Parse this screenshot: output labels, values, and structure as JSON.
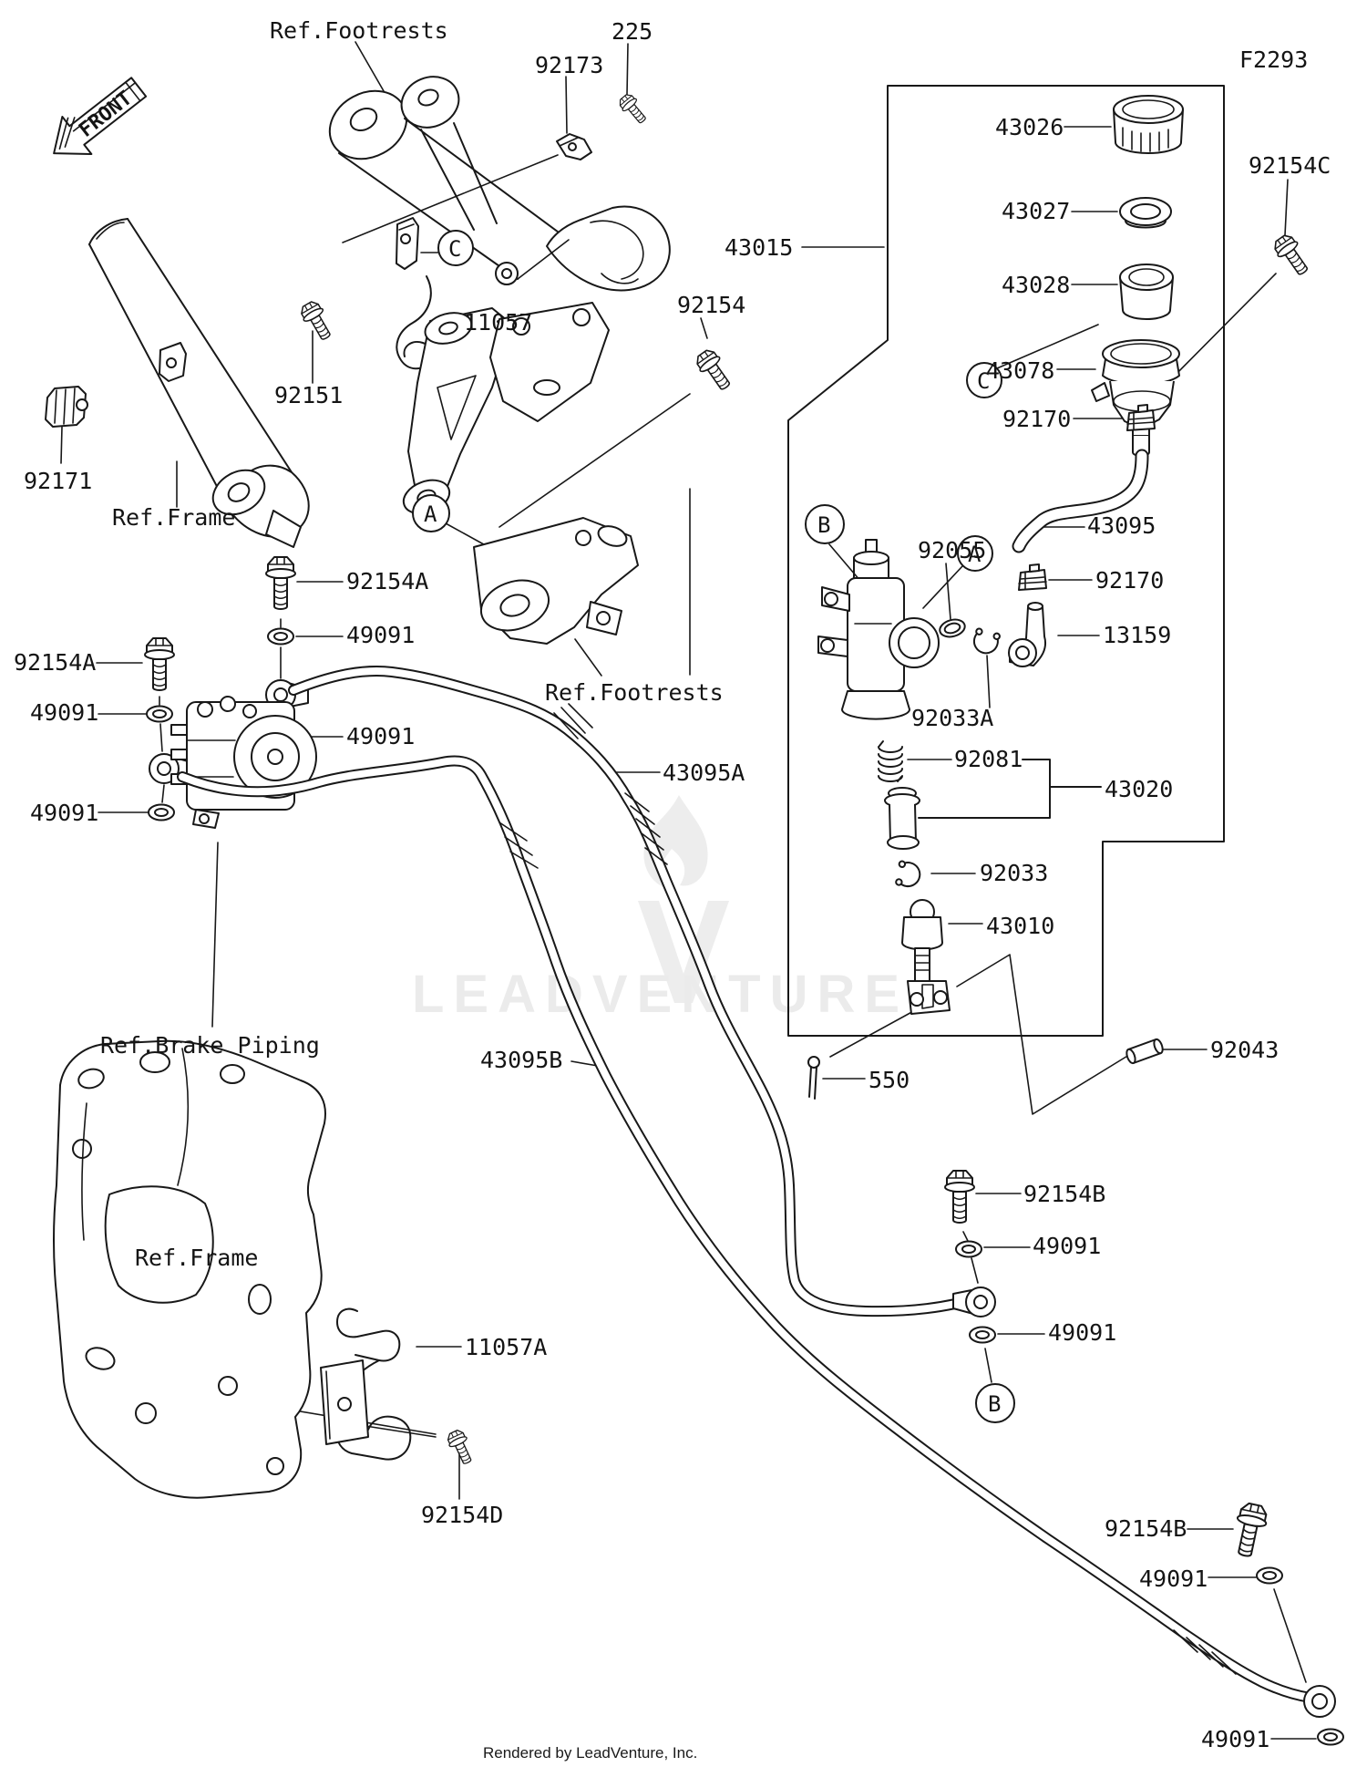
{
  "figure": {
    "code": "F2293",
    "front_arrow": "FRONT"
  },
  "credit": {
    "text": "Rendered by LeadVenture, Inc."
  },
  "watermark": {
    "text": "LEADVENTURE"
  },
  "callouts": {
    "a": "A",
    "b": "B",
    "c": "C"
  },
  "refs": {
    "footrests": "Ref.Footrests",
    "frame": "Ref.Frame",
    "brake_piping": "Ref.Brake Piping"
  },
  "parts": {
    "n225": "225",
    "n550": "550",
    "n11057": "11057",
    "n11057a": "11057A",
    "n13159": "13159",
    "n43010": "43010",
    "n43015": "43015",
    "n43020": "43020",
    "n43026": "43026",
    "n43027": "43027",
    "n43028": "43028",
    "n43078": "43078",
    "n43095": "43095",
    "n43095a": "43095A",
    "n43095b": "43095B",
    "n49091": "49091",
    "n92033": "92033",
    "n92033a": "92033A",
    "n92043": "92043",
    "n92055": "92055",
    "n92081": "92081",
    "n92151": "92151",
    "n92154": "92154",
    "n92154a": "92154A",
    "n92154b": "92154B",
    "n92154c": "92154C",
    "n92154d": "92154D",
    "n92170": "92170",
    "n92171": "92171",
    "n92173": "92173"
  }
}
